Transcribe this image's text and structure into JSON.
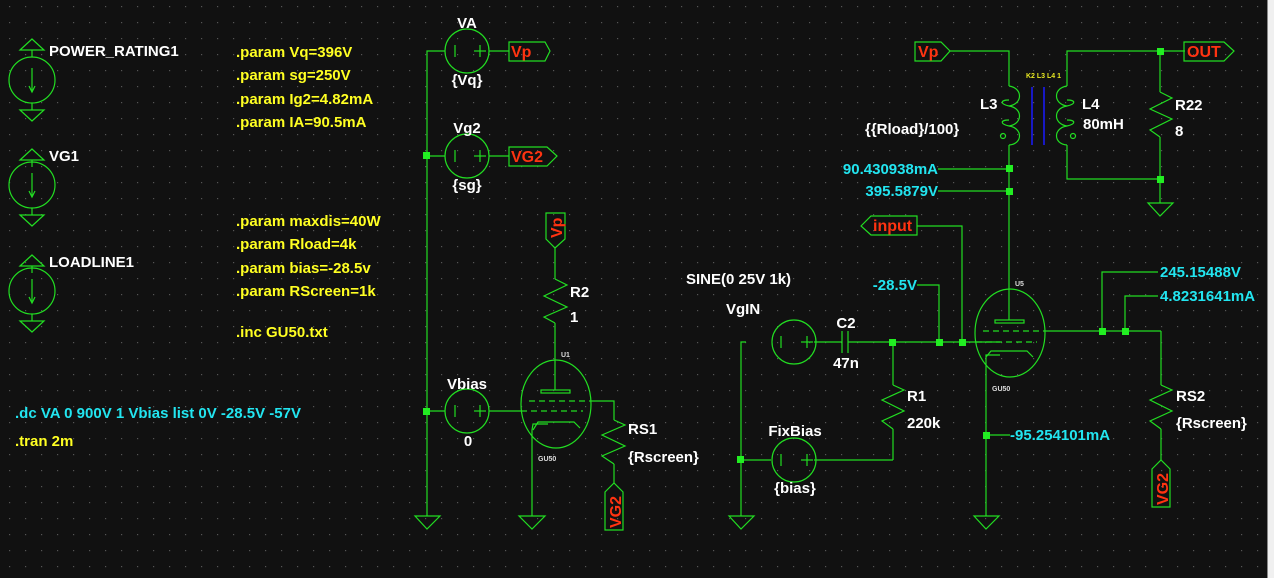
{
  "app": "LTspice schematic editor",
  "colors": {
    "background": "#111111",
    "wire": "#22dd22",
    "component_label": "#ffffff",
    "directive": "#ffff22",
    "annotation": "#22e5f0",
    "net_label": "#ff3311",
    "coupling_line": "#1a1aff"
  },
  "left_symbols": [
    {
      "name": "POWER_RATING1",
      "icon": "current-source-icon"
    },
    {
      "name": "VG1",
      "icon": "current-source-icon"
    },
    {
      "name": "LOADLINE1",
      "icon": "current-source-icon"
    }
  ],
  "directives": {
    "params_a": [
      ".param Vq=396V",
      ".param sg=250V",
      ".param Ig2=4.82mA",
      ".param IA=90.5mA"
    ],
    "params_b": [
      ".param maxdis=40W",
      ".param Rload=4k",
      ".param bias=-28.5v",
      ".param RScreen=1k"
    ],
    "include": ".inc GU50.txt",
    "dc": ".dc VA 0 900V 1 Vbias list 0V -28.5V -57V",
    "tran": ".tran 2m"
  },
  "components": {
    "VA": {
      "name": "VA",
      "value": "{Vq}"
    },
    "Vg2": {
      "name": "Vg2",
      "value": "{sg}"
    },
    "Vbias": {
      "name": "Vbias",
      "value": "0"
    },
    "R2": {
      "name": "R2",
      "value": "1"
    },
    "U1": {
      "name": "U1",
      "model": "GU50"
    },
    "RS1": {
      "name": "RS1",
      "value": "{Rscreen}"
    },
    "VgIN": {
      "name": "VgIN",
      "value": "SINE(0 25V 1k)"
    },
    "C2": {
      "name": "C2",
      "value": "47n"
    },
    "R1": {
      "name": "R1",
      "value": "220k"
    },
    "FixBias": {
      "name": "FixBias",
      "value": "{bias}"
    },
    "L3": {
      "name": "L3",
      "value": "{{Rload}/100}"
    },
    "L4": {
      "name": "L4",
      "value": "80mH"
    },
    "K": {
      "directive": "K2 L3 L4 1"
    },
    "R22": {
      "name": "R22",
      "value": "8"
    },
    "U5": {
      "name": "U5",
      "model": "GU50"
    },
    "RS2": {
      "name": "RS2",
      "value": "{Rscreen}"
    }
  },
  "net_labels": {
    "vp_a": "Vp",
    "vg2_a": "VG2",
    "vp_b": "Vp",
    "vg2_b": "VG2",
    "vp_c": "Vp",
    "out": "OUT",
    "input": "input",
    "vg2_c": "VG2"
  },
  "annotations": {
    "plate_current": "90.430938mA",
    "plate_voltage": "395.5879V",
    "grid_voltage": "-28.5V",
    "screen_voltage": "245.15488V",
    "screen_current": "4.8231641mA",
    "cathode_current": "-95.254101mA"
  }
}
